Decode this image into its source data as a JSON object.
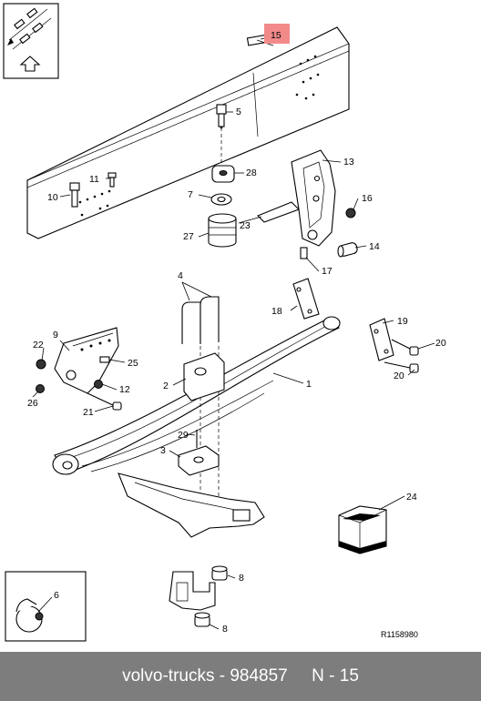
{
  "diagram": {
    "callouts": [
      {
        "id": "c1",
        "text": "1"
      },
      {
        "id": "c2",
        "text": "2"
      },
      {
        "id": "c3",
        "text": "3"
      },
      {
        "id": "c4",
        "text": "4"
      },
      {
        "id": "c5",
        "text": "5"
      },
      {
        "id": "c6",
        "text": "6"
      },
      {
        "id": "c7",
        "text": "7"
      },
      {
        "id": "c8a",
        "text": "8"
      },
      {
        "id": "c8b",
        "text": "8"
      },
      {
        "id": "c9",
        "text": "9"
      },
      {
        "id": "c10",
        "text": "10"
      },
      {
        "id": "c11",
        "text": "11"
      },
      {
        "id": "c12",
        "text": "12"
      },
      {
        "id": "c13",
        "text": "13"
      },
      {
        "id": "c14",
        "text": "14"
      },
      {
        "id": "c15",
        "text": "15"
      },
      {
        "id": "c16",
        "text": "16"
      },
      {
        "id": "c17",
        "text": "17"
      },
      {
        "id": "c18",
        "text": "18"
      },
      {
        "id": "c19",
        "text": "19"
      },
      {
        "id": "c20a",
        "text": "20"
      },
      {
        "id": "c20b",
        "text": "20"
      },
      {
        "id": "c21",
        "text": "21"
      },
      {
        "id": "c22",
        "text": "22"
      },
      {
        "id": "c23",
        "text": "23"
      },
      {
        "id": "c24",
        "text": "24"
      },
      {
        "id": "c25",
        "text": "25"
      },
      {
        "id": "c26",
        "text": "26"
      },
      {
        "id": "c27",
        "text": "27"
      },
      {
        "id": "c28",
        "text": "28"
      },
      {
        "id": "c29",
        "text": "29"
      }
    ],
    "highlighted_part": "15",
    "highlight_color": "#f28a8a",
    "reference_code": "R1158980"
  },
  "footer": {
    "text": "volvo-trucks - 984857     N - 15",
    "background": "#7d7d7d"
  }
}
